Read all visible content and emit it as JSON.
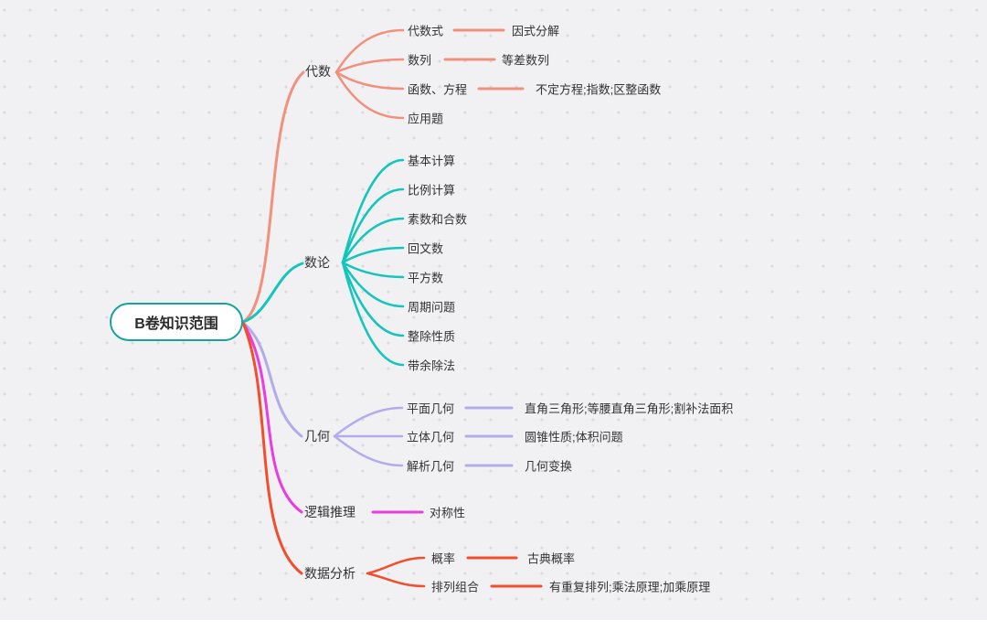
{
  "root": {
    "label": "B卷知识范围"
  },
  "colors": {
    "root_border": "#17a39c",
    "algebra": "#f2907b",
    "number_theory": "#14c5bc",
    "geometry": "#b3aceb",
    "logic": "#e93ddf",
    "data_analysis": "#f14e2d",
    "background": "#f1f1f4",
    "dot_grid": "#d9d9de",
    "text": "#333333"
  },
  "branches": [
    {
      "label": "代数",
      "color": "#f2907b",
      "children": [
        {
          "label": "代数式",
          "detail": "因式分解"
        },
        {
          "label": "数列",
          "detail": "等差数列"
        },
        {
          "label": "函数、方程",
          "detail": "不定方程;指数;区整函数"
        },
        {
          "label": "应用题"
        }
      ]
    },
    {
      "label": "数论",
      "color": "#14c5bc",
      "children": [
        {
          "label": "基本计算"
        },
        {
          "label": "比例计算"
        },
        {
          "label": "素数和合数"
        },
        {
          "label": "回文数"
        },
        {
          "label": "平方数"
        },
        {
          "label": "周期问题"
        },
        {
          "label": "整除性质"
        },
        {
          "label": "带余除法"
        }
      ]
    },
    {
      "label": "几何",
      "color": "#b3aceb",
      "children": [
        {
          "label": "平面几何",
          "detail": "直角三角形;等腰直角三角形;割补法面积"
        },
        {
          "label": "立体几何",
          "detail": "圆锥性质;体积问题"
        },
        {
          "label": "解析几何",
          "detail": "几何变换"
        }
      ]
    },
    {
      "label": "逻辑推理",
      "color": "#e93ddf",
      "children": [
        {
          "label": "对称性"
        }
      ]
    },
    {
      "label": "数据分析",
      "color": "#f14e2d",
      "children": [
        {
          "label": "概率",
          "detail": "古典概率"
        },
        {
          "label": "排列组合",
          "detail": "有重复排列;乘法原理;加乘原理"
        }
      ]
    }
  ]
}
